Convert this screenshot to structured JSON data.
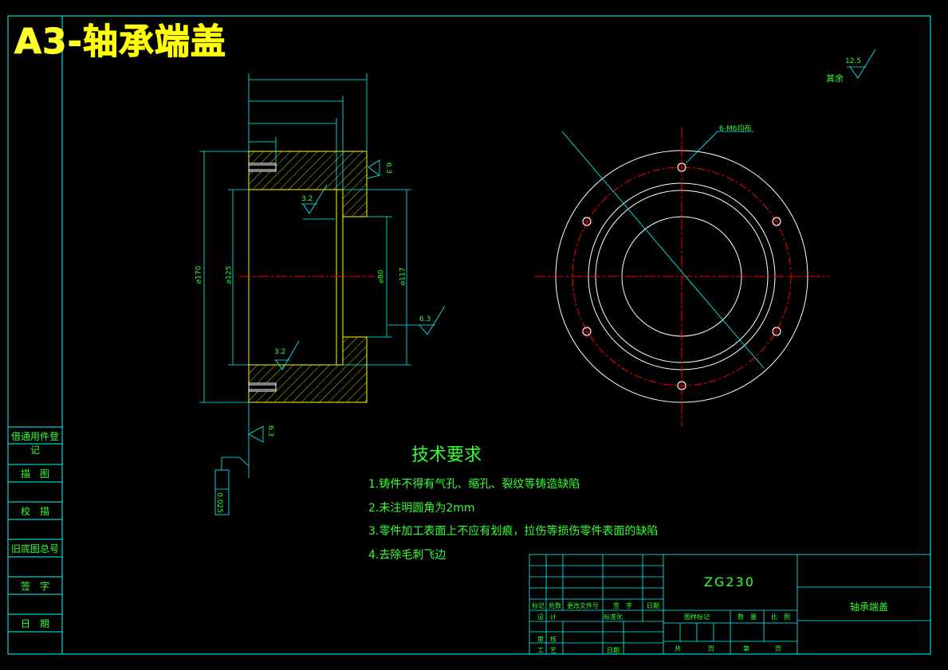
{
  "title": "A3-轴承端盖",
  "side_labels": [
    "借通用件登记",
    "描　图",
    "校　描",
    "旧底图总号",
    "签　字",
    "日　期"
  ],
  "tech": {
    "heading": "技术要求",
    "items": [
      "1.铸件不得有气孔、缩孔、裂纹等铸造缺陷",
      "2.未注明圆角为2mm",
      "3.零件加工表面上不应有划痕，拉伤等损伤零件表面的缺陷",
      "4.去除毛刺飞边"
    ]
  },
  "roughness": {
    "other_value": "12.5",
    "other_label": "其余",
    "r1": "3.2",
    "r2": "3.2",
    "r3": "6.3",
    "r4": "6.3",
    "r5": "6.3"
  },
  "dims": {
    "d170": "⌀170",
    "d125": "⌀125",
    "d80": "⌀80",
    "d117": "⌀117",
    "holes": "6-M6均布",
    "tolerance": "0.025"
  },
  "title_block": {
    "material": "ZG230",
    "part_name": "轴承端盖",
    "rev_headers": [
      "标记",
      "处数",
      "更改文件号",
      "签　字",
      "日期"
    ],
    "design": "设　计",
    "standardize": "标准化",
    "review": "审　核",
    "process": "工　艺",
    "date": "日期",
    "stage": "图样标记",
    "quantity": "数　量",
    "scale": "比　例",
    "total": "共",
    "sheet": "页",
    "page_no": "第"
  },
  "colors": {
    "frame": "#00ffff",
    "part": "#ffff00",
    "hatch": "#ffff00",
    "center": "#ff0000",
    "dim": "#00ffff",
    "text": "#33ff33",
    "outline": "#ffffff"
  }
}
